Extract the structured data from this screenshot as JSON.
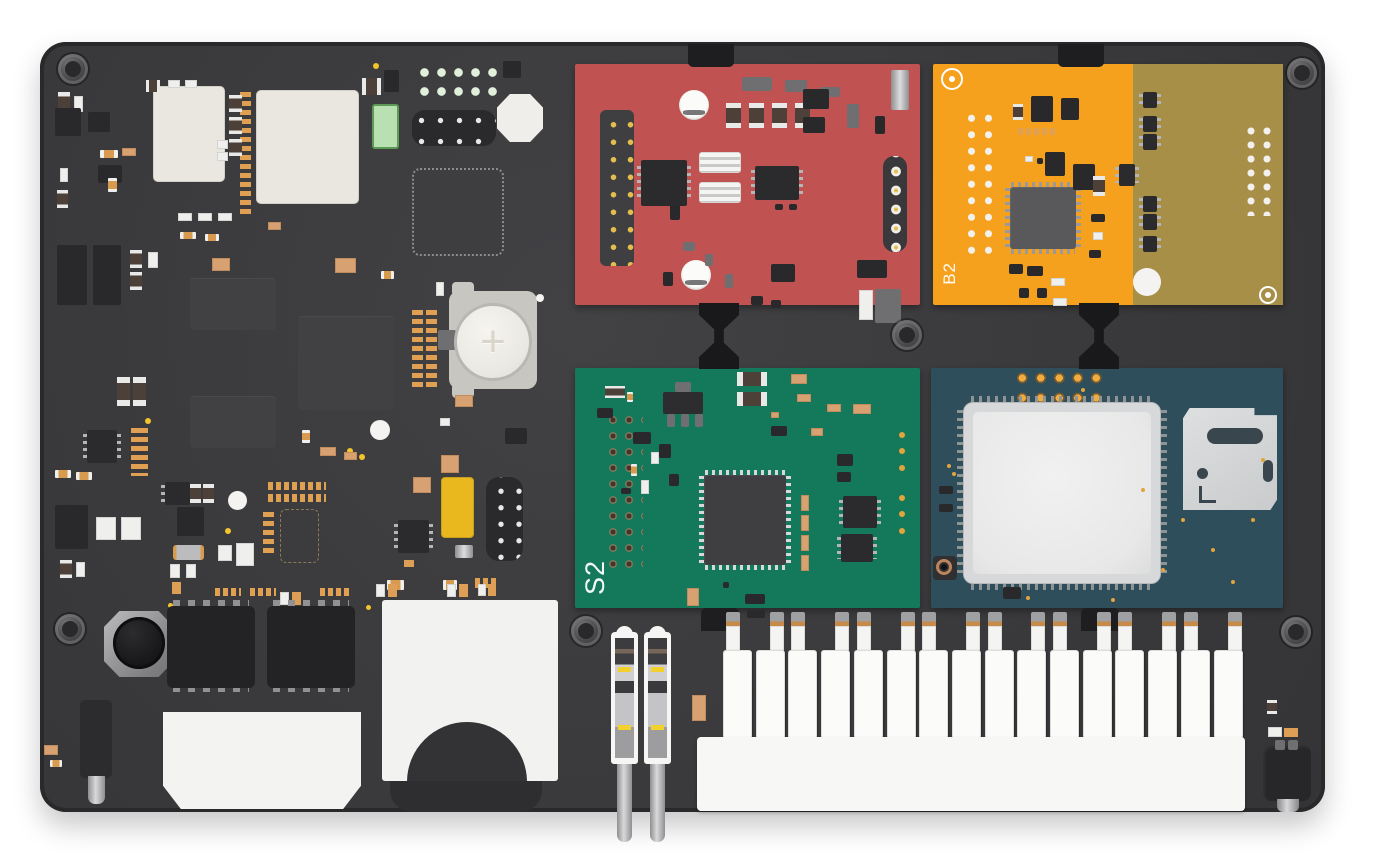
{
  "labels": {
    "module_b2": "B2",
    "module_s2": "S2",
    "battery_polarity": "+"
  },
  "counts": {
    "terminal_blocks": 16,
    "fuse_holders": 2,
    "corner_screws": 4,
    "mid_screws": 2
  },
  "colors": {
    "page_bg": "#ffffff",
    "board": "#3a3a3c",
    "module_red": "#c05251",
    "module_orange": "#f6a11e",
    "module_khaki": "#a78f47",
    "module_green": "#14795a",
    "module_blue": "#2f4e5c",
    "silver": "#d8d9da",
    "ivory": "#eae7e0",
    "gold_pad": "#e2a74e",
    "tantalum_yellow": "#e9b81f"
  }
}
